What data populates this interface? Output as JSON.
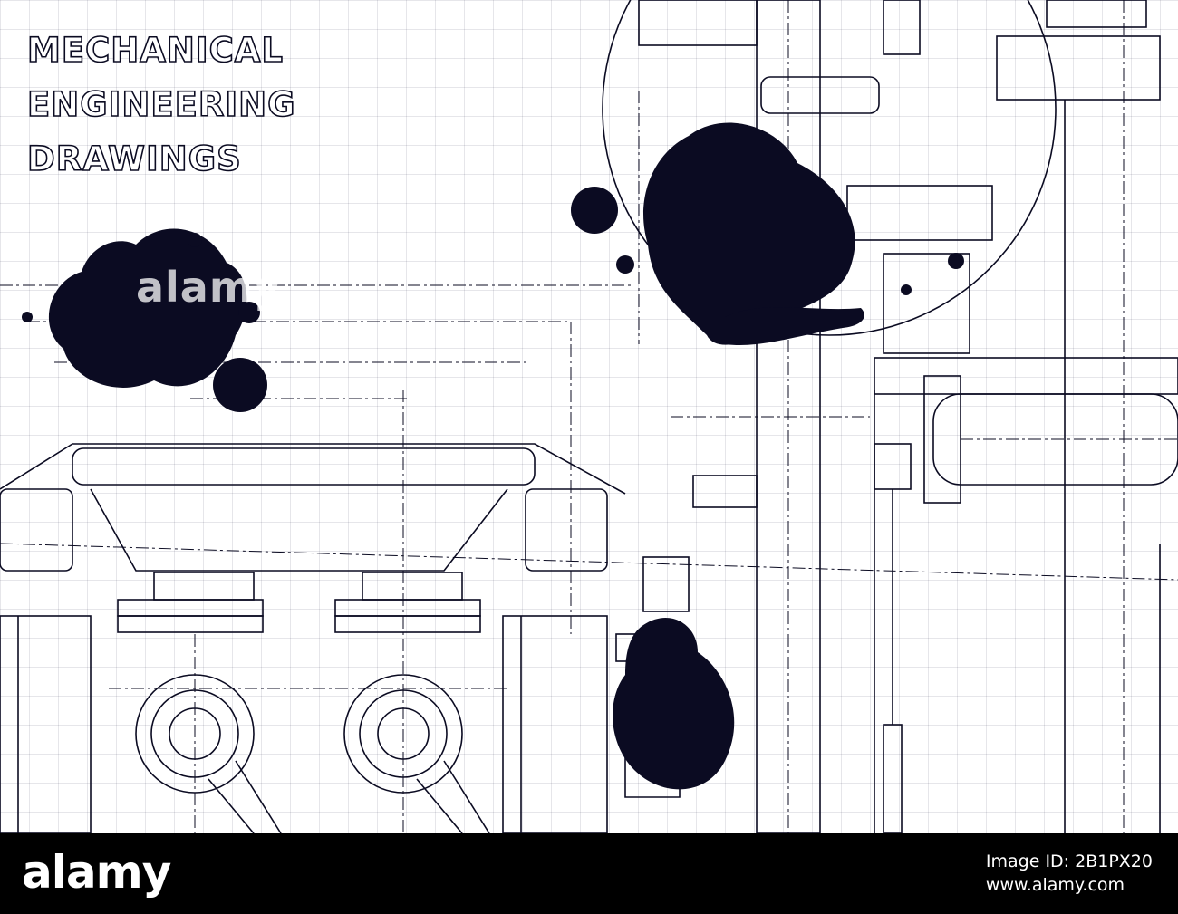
{
  "title": {
    "line1": "MECHANICAL",
    "line2": "ENGINEERING",
    "line3": "DRAWINGS"
  },
  "watermark": {
    "text": "alamy"
  },
  "footer": {
    "logo_text": "alamy",
    "image_id": "Image ID: 2B1PX20",
    "site_url": "www.alamy.com"
  },
  "colors": {
    "ink": "#0b0b22",
    "paper": "#ffffff",
    "footer_bg": "#000000"
  }
}
